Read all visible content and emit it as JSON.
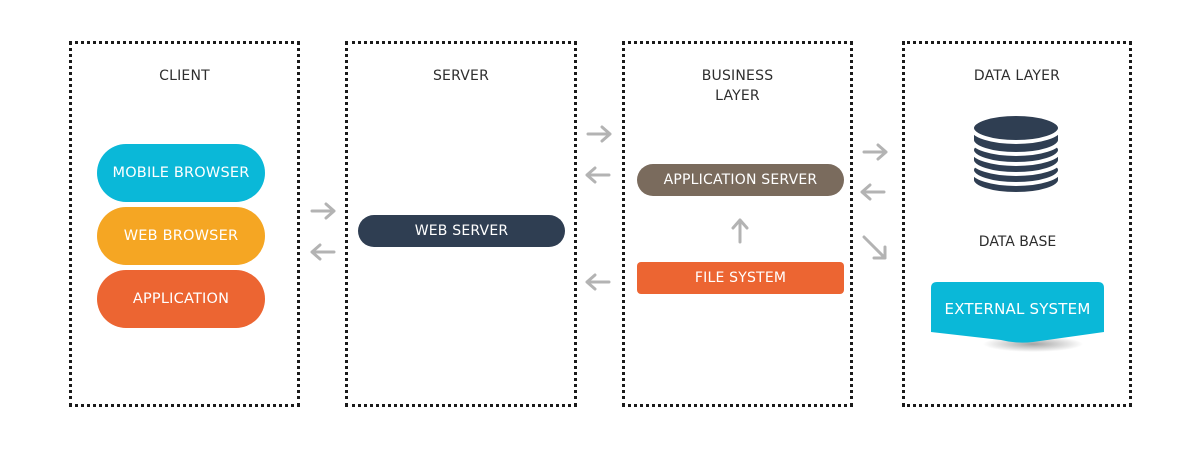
{
  "panels": {
    "client": {
      "title": "CLIENT"
    },
    "server": {
      "title": "SERVER"
    },
    "business": {
      "title": "BUSINESS\nLAYER"
    },
    "data": {
      "title": "DATA LAYER"
    }
  },
  "client": {
    "mobile_browser": "MOBILE BROWSER",
    "web_browser": "WEB BROWSER",
    "application": "APPLICATION"
  },
  "server": {
    "web_server": "WEB SERVER"
  },
  "business": {
    "application_server": "APPLICATION SERVER",
    "file_system": "FILE SYSTEM"
  },
  "data": {
    "database_label": "DATA BASE",
    "external_system": "EXTERNAL SYSTEM"
  },
  "icons": {
    "arrow": "arrow-icon",
    "database": "database-icon"
  },
  "colors": {
    "cyan": "#0ab8d8",
    "orange": "#f5a623",
    "red_orange": "#ec6532",
    "navy": "#2f3e52",
    "brown": "#7a6b5d",
    "arrow_gray": "#b3b3b3",
    "border": "#1a1a1a"
  }
}
